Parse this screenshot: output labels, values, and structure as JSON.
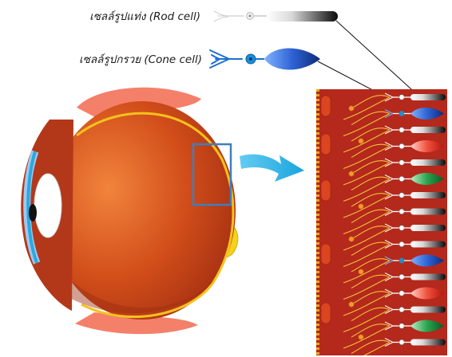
{
  "labels": {
    "rod_cell": "เซลล์รูปแท่ง (Rod cell)",
    "cone_cell": "เซลล์รูปกรวย (Cone cell)"
  },
  "retina_cells": [
    {
      "type": "rod"
    },
    {
      "type": "cone",
      "color": "blue"
    },
    {
      "type": "rod"
    },
    {
      "type": "cone",
      "color": "red"
    },
    {
      "type": "rod"
    },
    {
      "type": "cone",
      "color": "green"
    },
    {
      "type": "rod"
    },
    {
      "type": "rod"
    },
    {
      "type": "rod"
    },
    {
      "type": "rod"
    },
    {
      "type": "cone",
      "color": "blue"
    },
    {
      "type": "rod"
    },
    {
      "type": "cone",
      "color": "red"
    },
    {
      "type": "rod"
    },
    {
      "type": "cone",
      "color": "green"
    },
    {
      "type": "rod"
    }
  ],
  "colors": {
    "blue": "#1f4fb8",
    "red": "#e23a2a",
    "green": "#1c8a3c",
    "retina_bg": "#b5281c",
    "eye_body": "#d9561e",
    "eye_rim": "#f6c21c",
    "iris": "#27a9e1",
    "arrow": "#29b3e6",
    "muscle": "#f4806a"
  }
}
